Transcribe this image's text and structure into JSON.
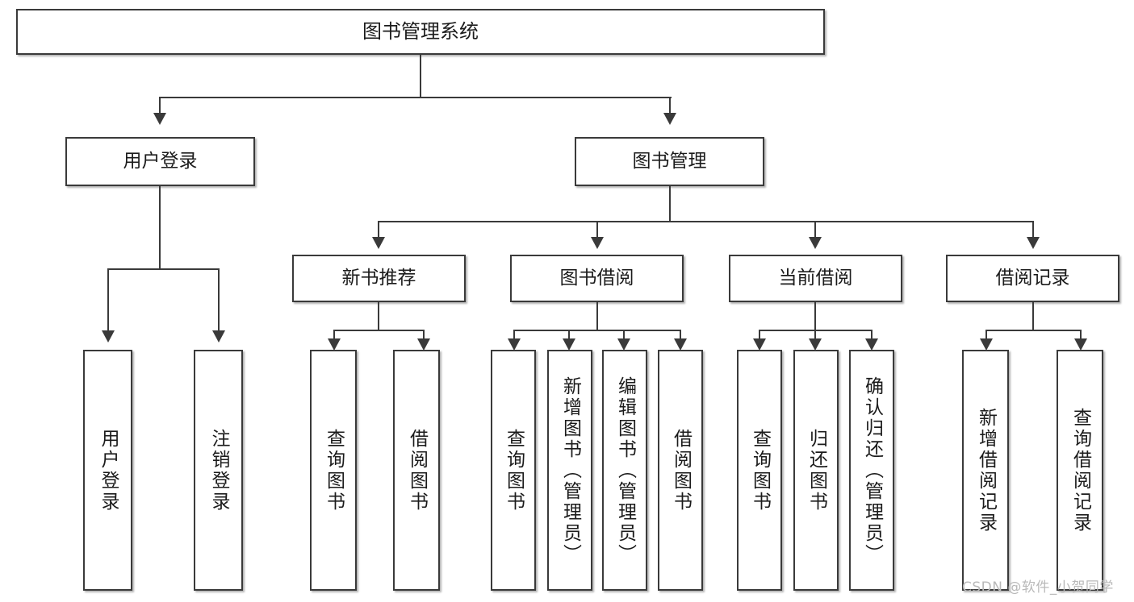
{
  "diagram": {
    "type": "tree",
    "title": "图书管理系统",
    "root": {
      "id": "root",
      "label": "图书管理系统"
    },
    "level2": [
      {
        "id": "user-login",
        "label": "用户登录"
      },
      {
        "id": "book-management",
        "label": "图书管理"
      }
    ],
    "level3": [
      {
        "id": "new-book-recommend",
        "label": "新书推荐",
        "parent": "book-management"
      },
      {
        "id": "book-borrow",
        "label": "图书借阅",
        "parent": "book-management"
      },
      {
        "id": "current-borrow",
        "label": "当前借阅",
        "parent": "book-management"
      },
      {
        "id": "borrow-record",
        "label": "借阅记录",
        "parent": "book-management"
      }
    ],
    "leaves": [
      {
        "id": "leaf-user-login",
        "label": "用户登录",
        "parent": "user-login"
      },
      {
        "id": "leaf-logout-login",
        "label": "注销登录",
        "parent": "user-login"
      },
      {
        "id": "leaf-query-book-1",
        "label": "查询图书",
        "parent": "new-book-recommend"
      },
      {
        "id": "leaf-borrow-book-1",
        "label": "借阅图书",
        "parent": "new-book-recommend"
      },
      {
        "id": "leaf-query-book-2",
        "label": "查询图书",
        "parent": "book-borrow"
      },
      {
        "id": "leaf-add-book",
        "label": "新增图书（管理员）",
        "parent": "book-borrow"
      },
      {
        "id": "leaf-edit-book",
        "label": "编辑图书（管理员）",
        "parent": "book-borrow"
      },
      {
        "id": "leaf-borrow-book-2",
        "label": "借阅图书",
        "parent": "book-borrow"
      },
      {
        "id": "leaf-query-book-3",
        "label": "查询图书",
        "parent": "current-borrow"
      },
      {
        "id": "leaf-return-book",
        "label": "归还图书",
        "parent": "current-borrow"
      },
      {
        "id": "leaf-confirm-return",
        "label": "确认归还（管理员）",
        "parent": "current-borrow"
      },
      {
        "id": "leaf-add-record",
        "label": "新增借阅记录",
        "parent": "borrow-record"
      },
      {
        "id": "leaf-query-record",
        "label": "查询借阅记录",
        "parent": "borrow-record"
      }
    ],
    "colors": {
      "stroke": "#3a3a3a",
      "fill": "#ffffff",
      "text": "#1b1b1b",
      "watermark": "#b9b9b9"
    }
  },
  "watermark": {
    "text": "CSDN @软件_小贺同学"
  }
}
